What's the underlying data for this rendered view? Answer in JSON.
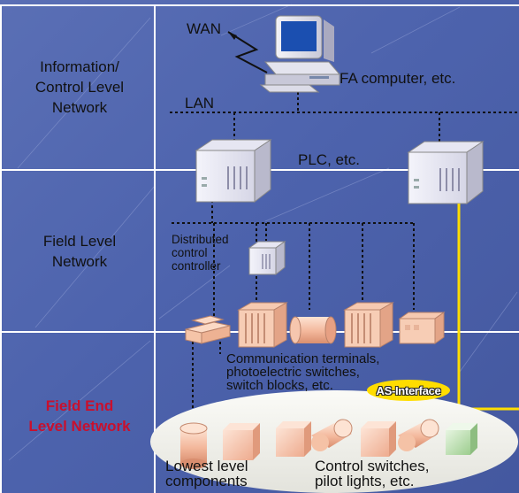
{
  "levels": {
    "info": "Information/\nControl Level\nNetwork",
    "field": "Field Level\nNetwork",
    "field_end": "Field End\nLevel Network"
  },
  "labels": {
    "wan": "WAN",
    "fa_computer": "FA computer, etc.",
    "lan": "LAN",
    "plc": "PLC, etc.",
    "distributed": "Distributed\ncontrol\ncontroller",
    "comm_terminals": "Communication terminals,\nphotoelectric switches,\nswitch blocks, etc.",
    "as_interface": "AS-Interface",
    "lowest": "Lowest level\ncomponents",
    "control_switches": "Control switches,\npilot lights, etc."
  },
  "colors": {
    "background": "#4d63ad",
    "grid_line": "#ffffff",
    "field_end_text": "#c8102e",
    "as_interface_bus": "#ffdd00",
    "ellipse": "#ecece6"
  },
  "icons": {
    "computer": "fa-computer-icon",
    "plc": "plc-tower-icon",
    "lightning": "wan-lightning-icon"
  }
}
